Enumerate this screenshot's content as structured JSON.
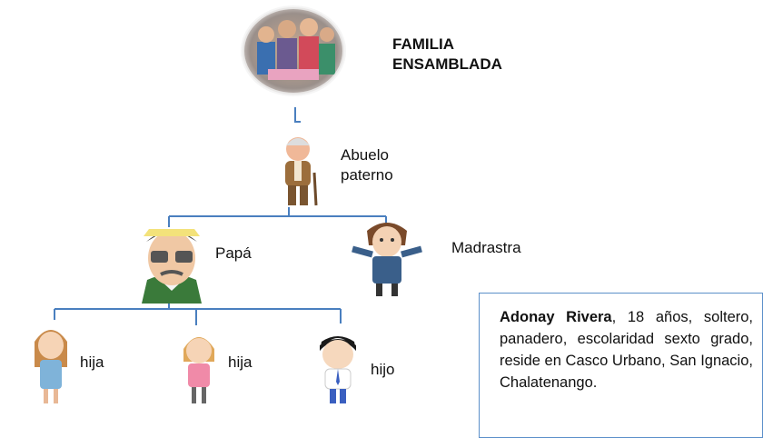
{
  "title": {
    "line1": "FAMILIA",
    "line2": "ENSAMBLADA"
  },
  "members": {
    "grandfather": "Abuelo paterno",
    "grandfather_line1": "Abuelo",
    "grandfather_line2": "paterno",
    "father": "Papá",
    "stepmother": "Madrastra",
    "child1": "hija",
    "child2": "hija",
    "child3": "hijo"
  },
  "info": {
    "name": "Adonay Rivera",
    "text": ", 18 años, soltero, panadero, escolaridad sexto grado, reside en Casco Urbano, San Ignacio, Chalatenango."
  },
  "colors": {
    "connector": "#4a7fbf",
    "box_border": "#5b8fc9"
  }
}
